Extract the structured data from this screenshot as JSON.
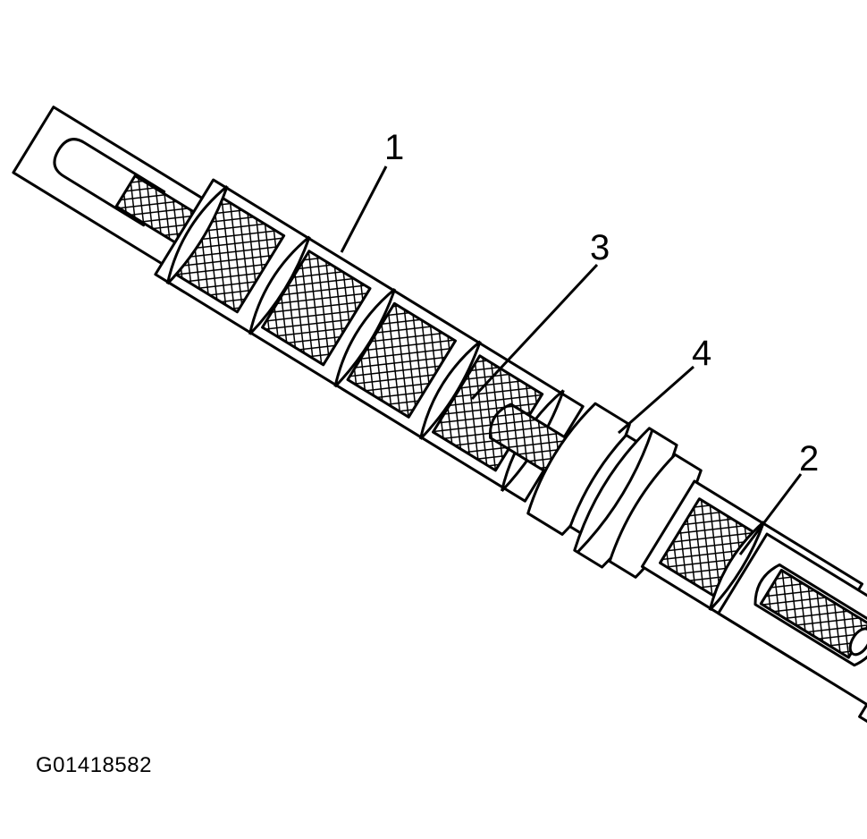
{
  "callouts": [
    "1",
    "2",
    "3",
    "4"
  ],
  "figure_id": "G01418582",
  "colors": {
    "line": "#000000",
    "background": "#ffffff"
  }
}
